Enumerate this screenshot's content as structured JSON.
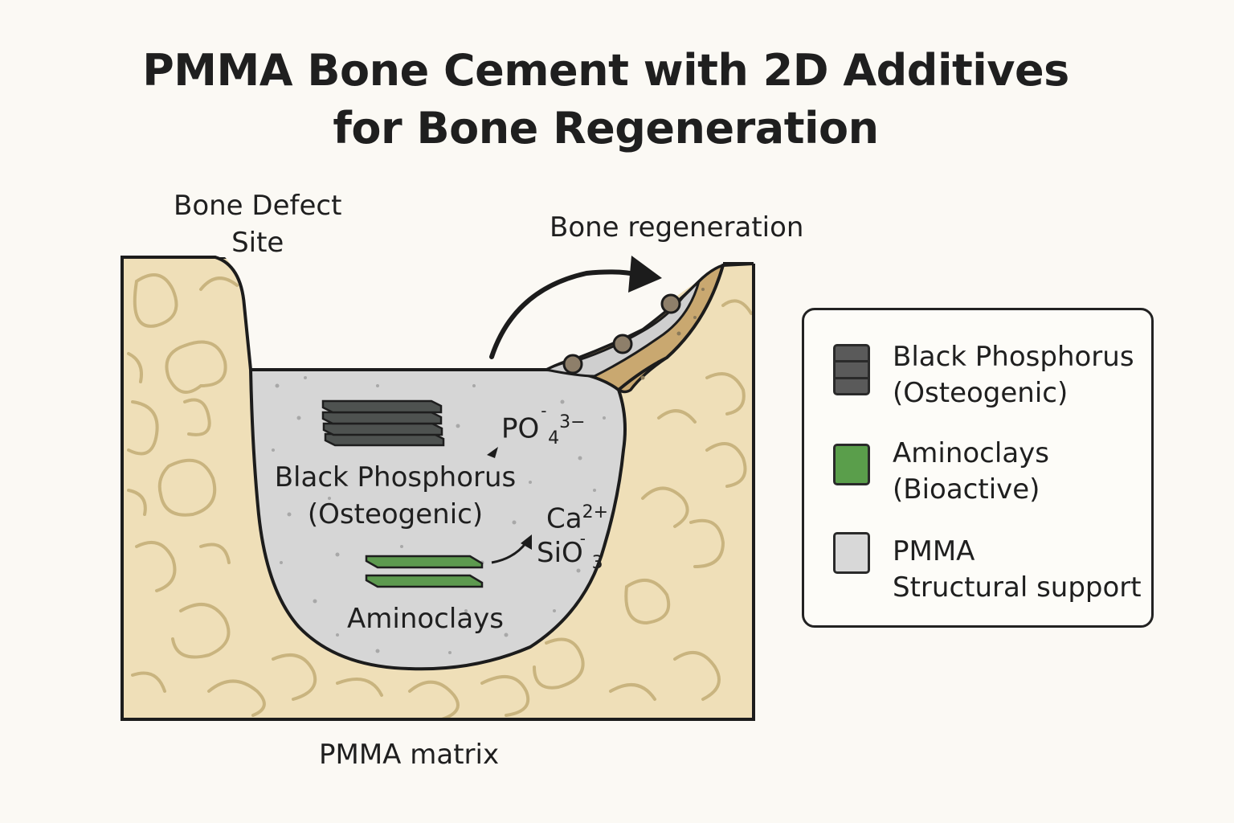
{
  "title": {
    "line1": "PMMA Bone Cement with 2D Additives",
    "line2": "for Bone Regeneration"
  },
  "labels": {
    "defect_site_line1": "Bone Defect",
    "defect_site_line2": "Site",
    "regeneration": "Bone regeneration",
    "bp_line1": "Black Phosphorus",
    "bp_line2": "(Osteogenic)",
    "aminoclays": "Aminoclays",
    "matrix": "PMMA matrix"
  },
  "ions": {
    "phosphate": {
      "base": "PO",
      "sub": "4",
      "sup": "3−",
      "charge_mark": "-"
    },
    "calcium": {
      "base": "Ca",
      "sup": "2+"
    },
    "silicate": {
      "base": "SiO",
      "sub": "3",
      "sup": "-"
    }
  },
  "legend": {
    "items": [
      {
        "line1": "Black Phosphorus",
        "line2": "(Osteogenic)",
        "color": "#5a5a5a",
        "icon": "stacked-layers-icon"
      },
      {
        "line1": "Aminoclays",
        "line2": "(Bioactive)",
        "color": "#5a9e4b",
        "icon": "green-square-icon"
      },
      {
        "line1": "PMMA",
        "line2": "Structural support",
        "color": "#d8d8d8",
        "icon": "gray-square-icon"
      }
    ]
  },
  "colors": {
    "bone": "#efdfb8",
    "bone_pattern": "#c9b47f",
    "pmma": "#d6d6d6",
    "black_phosphorus": "#4e5250",
    "aminoclay": "#5d9a4f",
    "new_bone": "#c9a870"
  }
}
